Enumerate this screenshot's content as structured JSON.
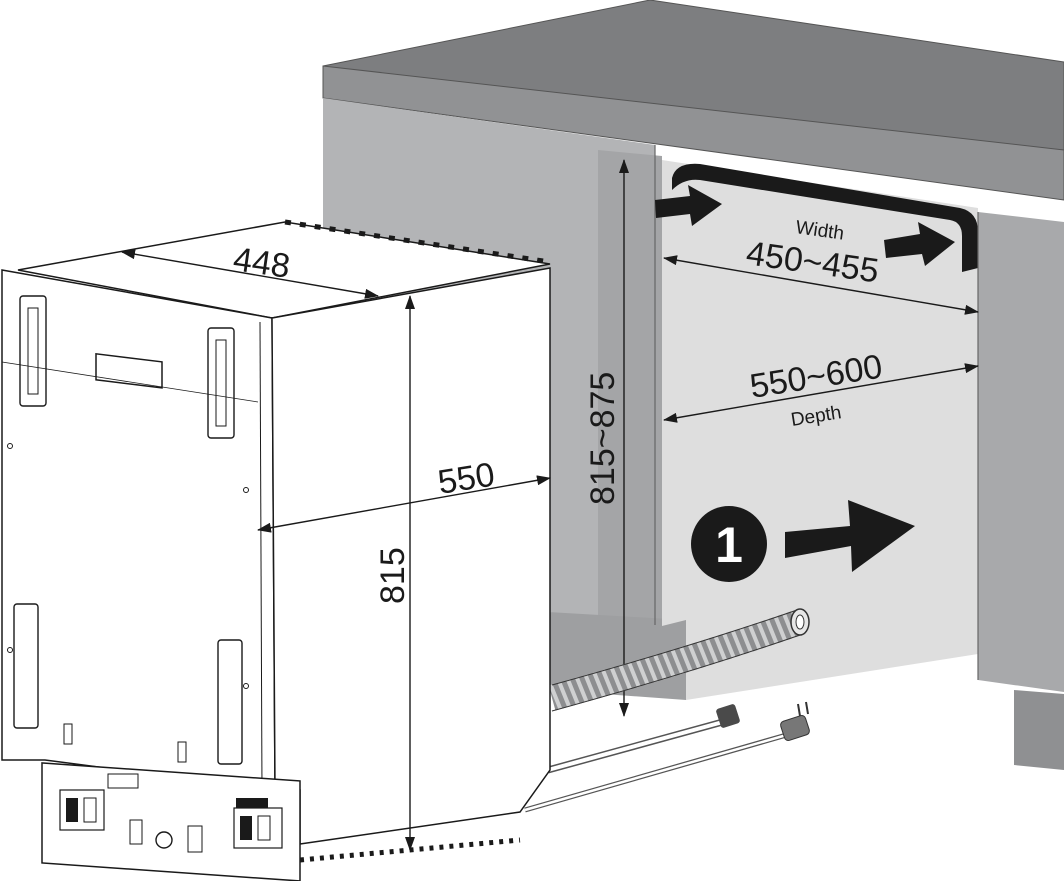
{
  "dimensions": {
    "appliance_width": "448",
    "appliance_depth": "550",
    "appliance_height": "815",
    "niche_height": "815~875",
    "niche_width_label": "Width",
    "niche_width": "450~455",
    "niche_depth": "550~600",
    "niche_depth_label": "Depth"
  },
  "step": {
    "number": "1"
  },
  "colors": {
    "countertop_top": "#7d7e80",
    "countertop_front": "#9b9c9e",
    "cabinet_side": "#b3b4b6",
    "niche_back": "#dedede",
    "right_cabinet": "#a8a9ab",
    "appliance_outline": "#1a1a1a",
    "appliance_fill": "#ffffff",
    "arrow": "#1a1a1a"
  }
}
